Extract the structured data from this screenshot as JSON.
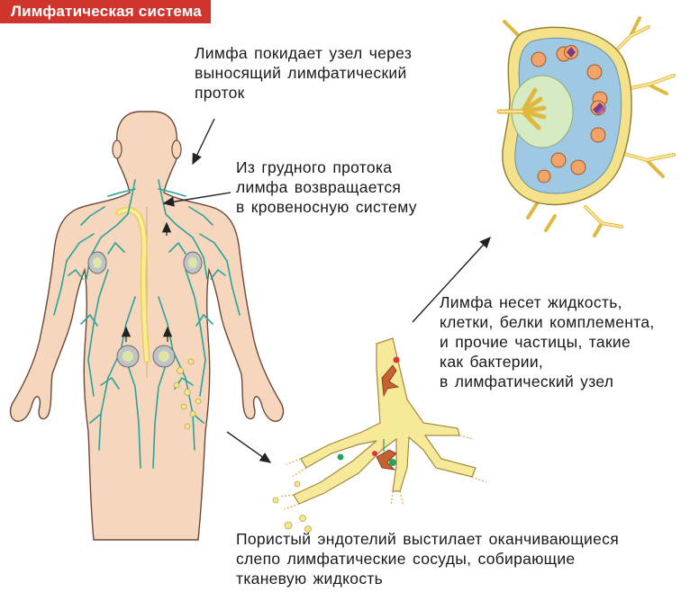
{
  "title": "Лимфатическая система",
  "captions": {
    "lymph_exits": "Лимфа покидает узел через\nвыносящий лимфатический\nпроток",
    "thoracic_duct": "Из грудного протока\nлимфа возвращается\nв кровеносную систему",
    "lymph_carries": "Лимфа несет жидкость,\nклетки, белки комплемента,\nи прочие частицы, такие\nкак бактерии,\nв лимфатический узел",
    "endothelium": "Пористый эндотелий выстилает оканчивающиеся\nслепо лимфатические сосуды, собирающие\nтканевую жидкость"
  },
  "colors": {
    "title_bg": "#d0342c",
    "skin": "#f6d7bd",
    "skin_outline": "#6b4a3a",
    "lymph_vessel": "#2aa39a",
    "lymph_duct": "#f2e79b",
    "node_fill": "#9fc9e3",
    "node_inner": "#d6ebc1",
    "vessel_yellow": "#f4e58c",
    "cell_orange": "#f1a36a"
  }
}
